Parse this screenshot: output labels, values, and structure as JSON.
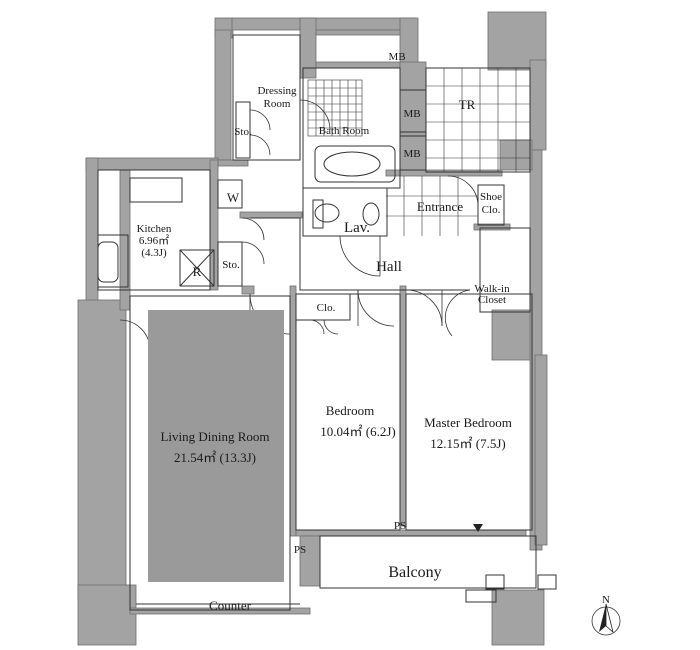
{
  "rooms": {
    "dressing_room": "Dressing\nRoom",
    "mb_top": "MB",
    "mb_mid": "MB",
    "mb_low": "MB",
    "tr": "TR",
    "sto_upper": "Sto.",
    "bath_room": "Bath Room",
    "w": "W",
    "kitchen": "Kitchen\n6.96㎡\n(4.3J)",
    "entrance": "Entrance",
    "shoe_closet": "Shoe\nClo.",
    "lav": "Lav.",
    "sto_lower": "Sto.",
    "r": "R",
    "hall": "Hall",
    "walk_in_closet": "Walk-in\nCloset",
    "clo": "Clo.",
    "bedroom": "Bedroom\n10.04㎡ (6.2J)",
    "master_bedroom": "Master Bedroom\n12.15㎡ (7.5J)",
    "living_dining_room": "Living Dining Room\n21.54㎡ (13.3J)",
    "ps_right": "PS",
    "ps_left": "PS",
    "balcony": "Balcony",
    "counter": "Counter",
    "north": "N"
  },
  "colors": {
    "wall": "#a3a3a3",
    "wall_edge": "#6e6e6e",
    "living_fill": "#9a9a9a",
    "fixture_fill": "#dfe7f0",
    "line": "#333333"
  }
}
